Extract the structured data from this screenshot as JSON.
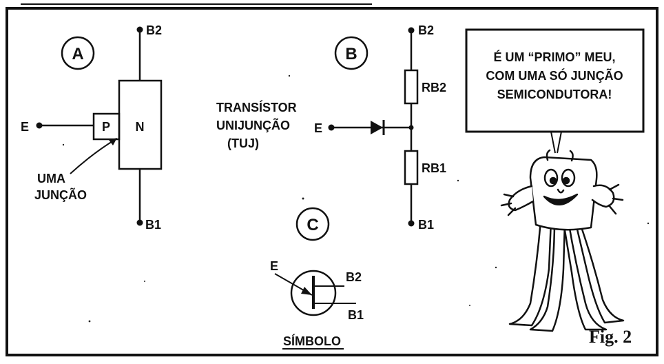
{
  "diagram_a": {
    "label": "A",
    "terminal_b2": "B2",
    "terminal_b1": "B1",
    "terminal_e": "E",
    "region_p": "P",
    "region_n": "N",
    "junction_line1": "UMA",
    "junction_line2": "JUNÇÃO"
  },
  "middle_text": {
    "line1": "TRANSÍSTOR",
    "line2": "UNIJUNÇÃO",
    "line3": "(TUJ)"
  },
  "diagram_b": {
    "label": "B",
    "terminal_b2": "B2",
    "terminal_b1": "B1",
    "terminal_e": "E",
    "resistor_top": "RB2",
    "resistor_bottom": "RB1"
  },
  "diagram_c": {
    "label": "C",
    "terminal_e": "E",
    "terminal_b2": "B2",
    "terminal_b1": "B1",
    "caption": "SÍMBOLO"
  },
  "speech_bubble": {
    "line1": "É UM “PRIMO” MEU,",
    "line2": "COM UMA SÓ JUNÇÃO",
    "line3": "SEMICONDUTORA!"
  },
  "figure_label": "Fig. 2"
}
